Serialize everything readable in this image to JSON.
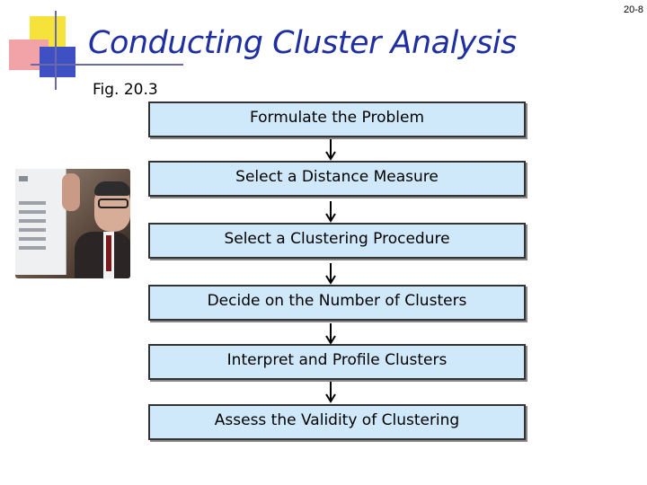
{
  "page_number": "20-8",
  "title": "Conducting Cluster Analysis",
  "figure_label": "Fig. 20.3",
  "steps": [
    {
      "label": "Formulate the Problem"
    },
    {
      "label": "Select a Distance Measure"
    },
    {
      "label": "Select a Clustering Procedure"
    },
    {
      "label": "Decide on the Number of Clusters"
    },
    {
      "label": "Interpret and Profile Clusters"
    },
    {
      "label": "Assess the Validity of Clustering"
    }
  ],
  "colors": {
    "title": "#1f2fa0",
    "step_fill": "#cfe9fa",
    "step_border": "#333333",
    "deco_yellow": "#f5e23a",
    "deco_pink": "#f2a3a8",
    "deco_blue": "#3f4fc4"
  }
}
